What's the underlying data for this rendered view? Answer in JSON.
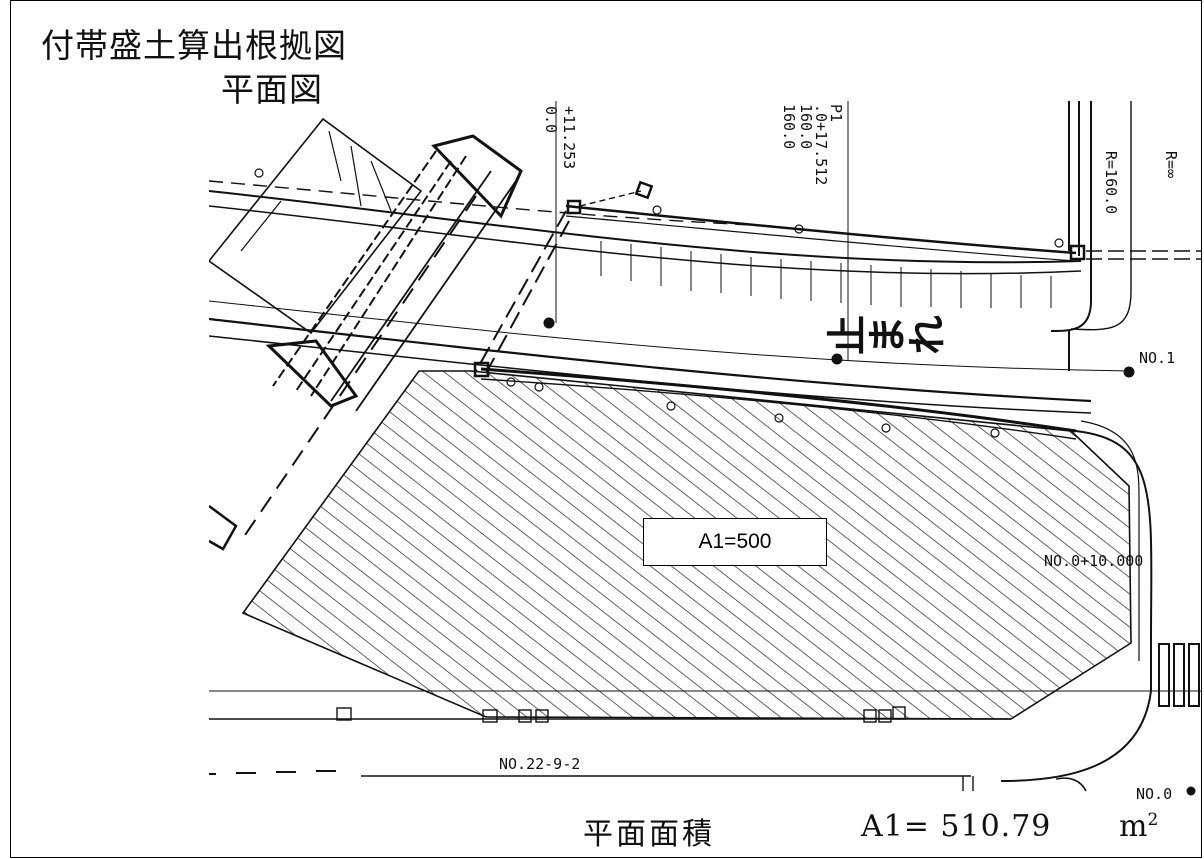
{
  "title": {
    "main": "付帯盛土算出根拠図",
    "sub": "平面図"
  },
  "area_box": {
    "label": "A1=500"
  },
  "footer": {
    "label": "平面面積",
    "value_text": "A1=  510.79",
    "unit": "m",
    "unit_exponent": "2"
  },
  "drawing_labels": {
    "station_top_a": "+11.253",
    "station_top_b": "0.0",
    "station_mid_a": ".0+17.512",
    "station_mid_b": "160.0",
    "station_mid_c": "160.0",
    "p1": "P1",
    "radius_a": "R=160.0",
    "radius_b": "R=∞",
    "no1": "NO.1",
    "no0_10": "NO.0+10.000",
    "no0": "NO.0",
    "no22": "NO.22-9-2",
    "road_marking": "止まれ"
  },
  "colors": {
    "line": "#111111",
    "hatch": "#222222"
  }
}
